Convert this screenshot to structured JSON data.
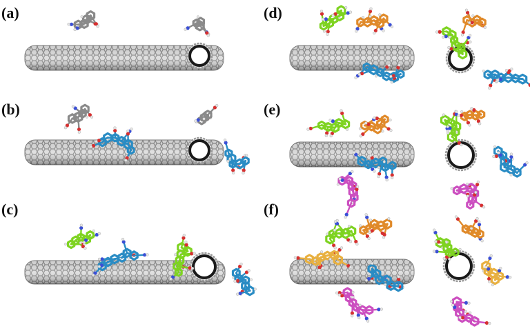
{
  "panels": [
    {
      "label": "(a)",
      "molecules": [
        "gray"
      ]
    },
    {
      "label": "(b)",
      "molecules": [
        "gray",
        "blue"
      ]
    },
    {
      "label": "(c)",
      "molecules": [
        "green",
        "blue"
      ]
    },
    {
      "label": "(d)",
      "molecules": [
        "green",
        "orange",
        "blue"
      ]
    },
    {
      "label": "(e)",
      "molecules": [
        "green",
        "orange",
        "blue",
        "magenta"
      ]
    },
    {
      "label": "(f)",
      "molecules": [
        "green",
        "orange",
        "blue",
        "magenta",
        "yellow"
      ]
    }
  ],
  "colors": {
    "background": "#ffffff",
    "nanotube": "#9a9a9a",
    "gray": "#8a8a8a",
    "blue": "#2a8cc4",
    "green": "#7ed321",
    "orange": "#e08a2a",
    "magenta": "#cc4fc0",
    "yellow": "#e8b040",
    "oxygen": "#d63030",
    "nitrogen": "#3a4fd6",
    "hydrogen": "#e6e6e6"
  }
}
